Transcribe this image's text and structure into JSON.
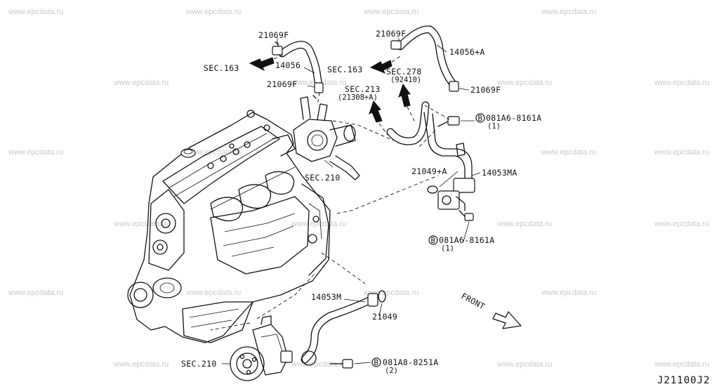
{
  "watermark": "www.epcdata.ru",
  "diagram_code": "J21100J2",
  "labels": {
    "clamp_a": "21069F",
    "clamp_b": "21069F",
    "clamp_c": "21069F",
    "clamp_d": "21069F",
    "hose_14056": "14056",
    "hose_14056A": "14056+A",
    "sec163_left": "SEC.163",
    "sec163_right": "SEC.163",
    "sec278": "SEC.278",
    "sec278_sub": "(92410)",
    "sec213": "SEC.213",
    "sec213_sub": "(21308+A)",
    "sec210_top": "SEC.210",
    "sec210_bottom": "SEC.210",
    "bolt_top": "081A6-8161A",
    "bolt_top_qty": "(1)",
    "bolt_mid": "081A6-8161A",
    "bolt_mid_qty": "(1)",
    "bolt_bot": "081A8-8251A",
    "bolt_bot_qty": "(2)",
    "bolt_marker": "B",
    "oring_21049A": "21049+A",
    "pipe_14053MA": "14053MA",
    "pipe_14053M": "14053M",
    "oring_21049": "21049",
    "front": "FRONT"
  }
}
